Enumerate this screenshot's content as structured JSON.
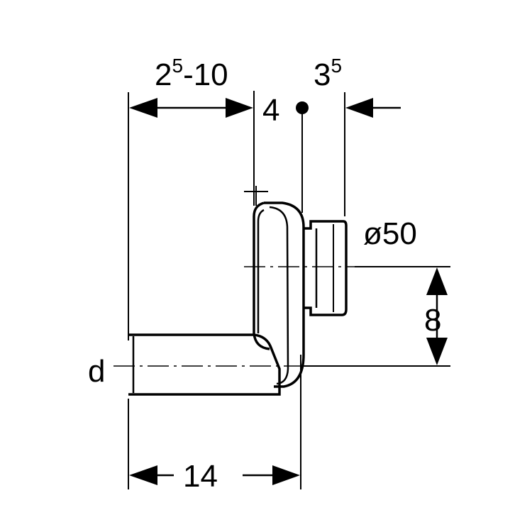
{
  "dimensions": {
    "top_left_base": "2",
    "top_left_sup": "5",
    "top_left_rest": "-10",
    "top_mid": "4",
    "top_right_base": "3",
    "top_right_sup": "5",
    "diameter": "ø50",
    "vertical_offset": "8",
    "pipe_label": "d",
    "bottom": "14"
  }
}
